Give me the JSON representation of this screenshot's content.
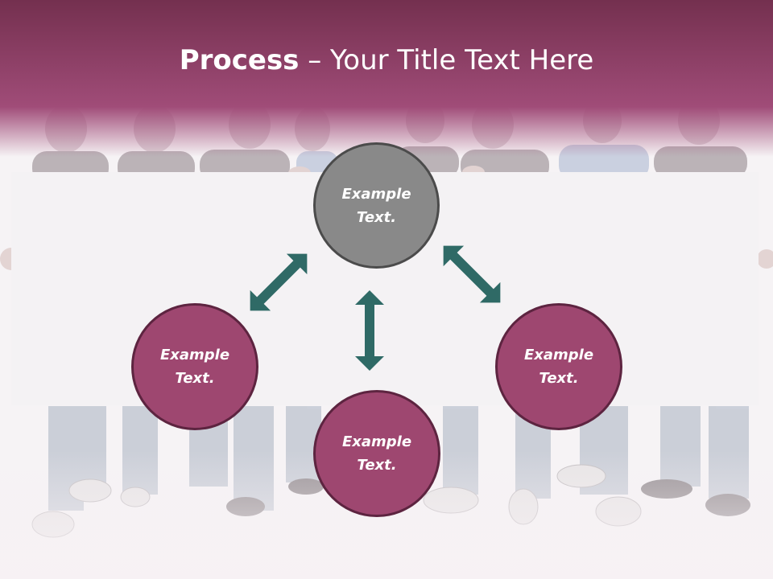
{
  "title": {
    "bold": "Process",
    "rest": " – Your Title Text Here"
  },
  "nodes": {
    "top": "Example\nText.",
    "left": "Example\nText.",
    "right": "Example\nText.",
    "bottom": "Example\nText."
  },
  "colors": {
    "header_band": "#9a4a72",
    "circle_main": "#9e4770",
    "circle_gray": "#898989",
    "arrow": "#2f6a66",
    "panel": "#f4f2f4"
  }
}
